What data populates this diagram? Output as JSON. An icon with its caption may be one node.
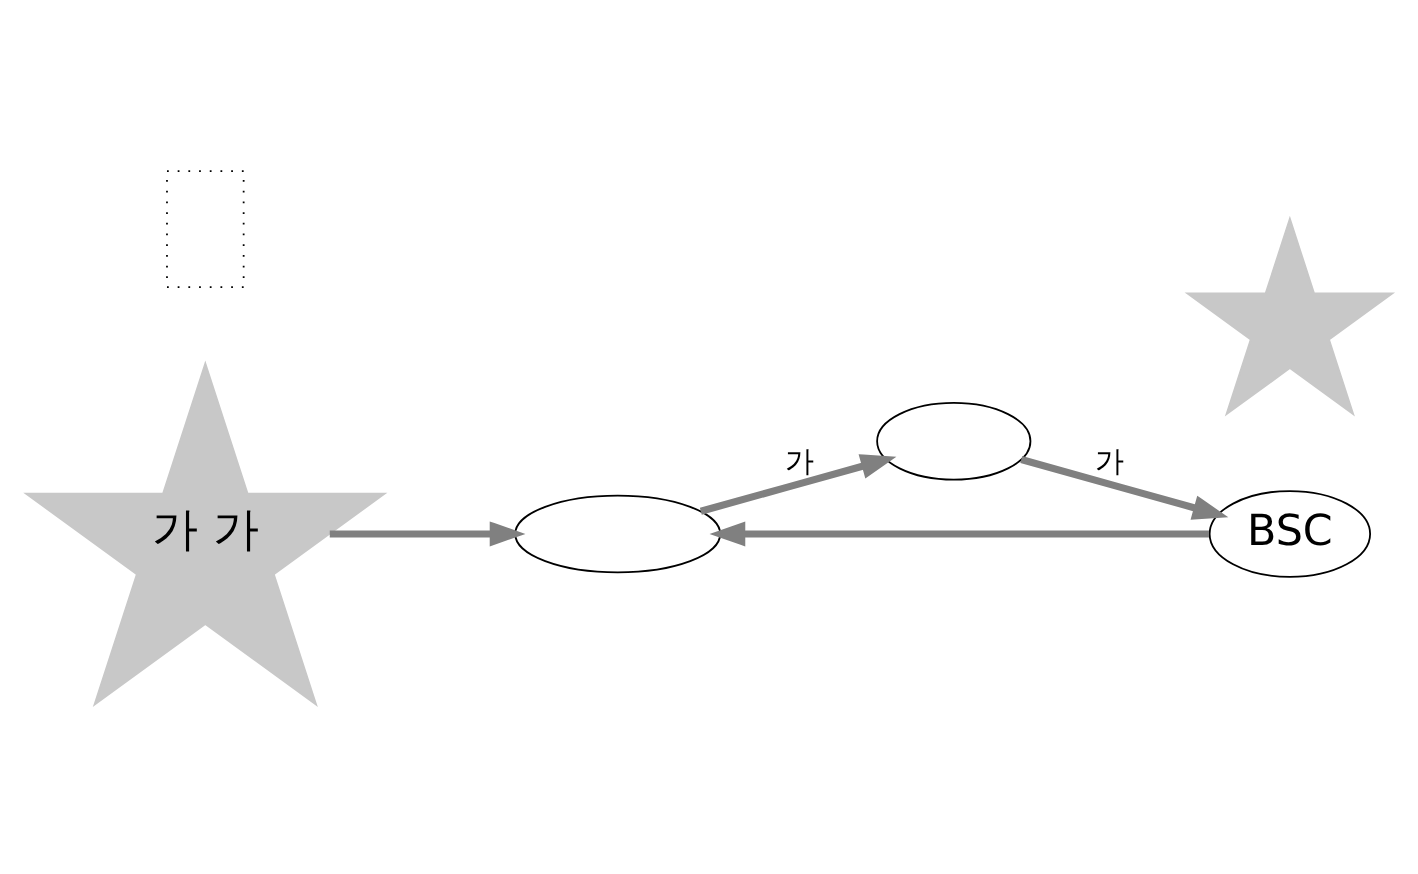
{
  "diagram": {
    "nodes": [
      {
        "text": [
          "가 가"
        ]
      },
      {
        "text": [],
        "shape": "ellipse"
      },
      {
        "text": [],
        "shape": "ellipse"
      },
      {
        "text": [],
        "shape": "star"
      },
      {
        "text": [
          "BSC"
        ]
      },
      {
        "text": [],
        "shape": "box"
      }
    ],
    "edges": [
      {
        "from": 0,
        "to": 1,
        "arrow": "to"
      },
      {
        "from": 1,
        "to": 2,
        "arrow": "to",
        "label": "가"
      },
      {
        "from": 2,
        "to": 4,
        "arrow": "to",
        "label": "가"
      },
      {
        "from": 4,
        "to": 1,
        "arrow": "to"
      }
    ]
  }
}
